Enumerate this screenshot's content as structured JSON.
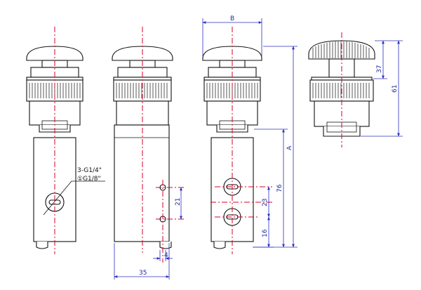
{
  "drawing": {
    "port_note": {
      "line1": "3-G1/4\"",
      "line2": "①G1/8\""
    },
    "dimensions": {
      "b": "B",
      "a": "A",
      "d35": "35",
      "d4": "4",
      "d21": "21",
      "d23": "23",
      "d16": "16",
      "d76": "76",
      "d37": "37",
      "d61": "61"
    },
    "colors": {
      "outline": "#111111",
      "centerline": "#d4002a",
      "dimension_line": "#2b2fbf",
      "dimension_text": "#1c2a9a",
      "background": "#ffffff"
    }
  }
}
